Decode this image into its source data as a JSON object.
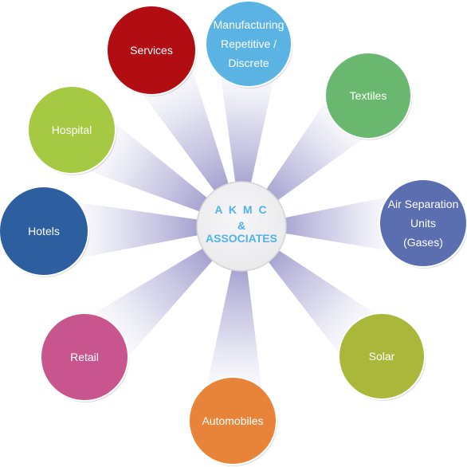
{
  "hub": {
    "lines": [
      "A K M C",
      "&",
      "ASSOCIATES"
    ],
    "fill": "#e8e8ea",
    "text_color": "#4fb3e8"
  },
  "sectors": [
    {
      "id": "services",
      "lines": [
        "Services"
      ],
      "color": "#b20d12"
    },
    {
      "id": "manufacturing",
      "lines": [
        "Manufacturing",
        "Repetitive /",
        "Discrete"
      ],
      "color": "#5ab3e2"
    },
    {
      "id": "textiles",
      "lines": [
        "Textiles"
      ],
      "color": "#6ab870"
    },
    {
      "id": "air-separation",
      "lines": [
        "Air Separation",
        "Units",
        "(Gases)"
      ],
      "color": "#5a6eb0"
    },
    {
      "id": "solar",
      "lines": [
        "Solar"
      ],
      "color": "#a9b73a"
    },
    {
      "id": "automobiles",
      "lines": [
        "Automobiles"
      ],
      "color": "#e8843a"
    },
    {
      "id": "retail",
      "lines": [
        "Retail"
      ],
      "color": "#c9558f"
    },
    {
      "id": "hotels",
      "lines": [
        "Hotels"
      ],
      "color": "#2d5ea0"
    },
    {
      "id": "hospital",
      "lines": [
        "Hospital"
      ],
      "color": "#a6c944"
    }
  ]
}
